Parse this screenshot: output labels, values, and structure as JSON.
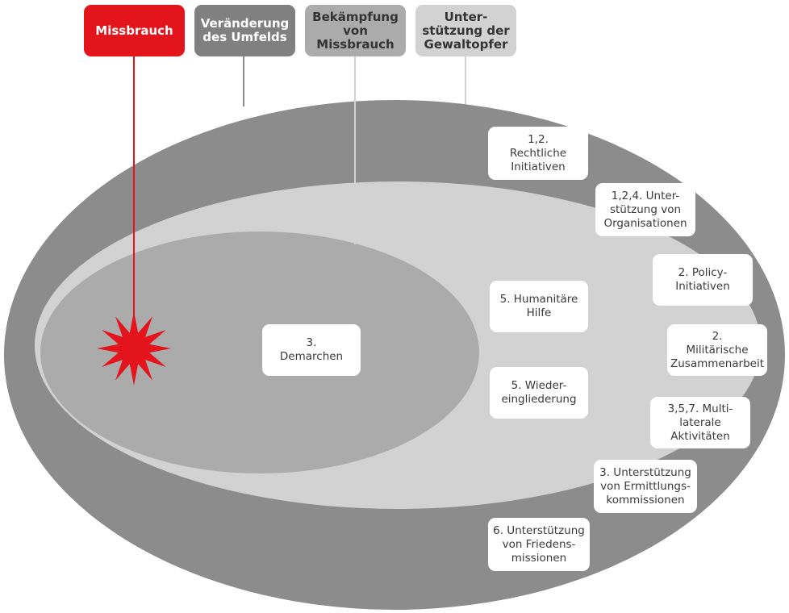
{
  "categories": [
    {
      "id": "missbrauch",
      "label": "Missbrauch",
      "color": "#e3141c",
      "text_color": "#ffffff"
    },
    {
      "id": "umfeld",
      "label": "Veränderung\ndes Umfelds",
      "color": "#808080",
      "text_color": "#ffffff"
    },
    {
      "id": "bekaempfung",
      "label": "Bekämpfung\nvon\nMissbrauch",
      "color": "#ababab",
      "text_color": "#333333"
    },
    {
      "id": "unterstuetzung",
      "label": "Unter-\nstützung der\nGewaltopfer",
      "color": "#d2d2d2",
      "text_color": "#333333"
    }
  ],
  "colors": {
    "outer": "#8c8c8c",
    "middle": "#d2d2d2",
    "inner": "#ababab",
    "accent": "#e3141c",
    "box_background": "#ffffff"
  },
  "icons": {
    "abuse_marker": "red-starburst-icon"
  },
  "measures": {
    "inner_ring": [
      {
        "label": "3.\nDemarchen"
      }
    ],
    "middle_ring": [
      {
        "label": "5. Humanitäre\nHilfe"
      },
      {
        "label": "5. Wieder-\neingliederung"
      }
    ],
    "outer_ring": [
      {
        "label": "1,2.\nRechtliche\nInitiativen"
      },
      {
        "label": "1,2,4. Unter-\nstützung von\nOrganisationen"
      },
      {
        "label": "2. Policy-\nInitiativen"
      },
      {
        "label": "2.\nMilitärische\nZusammenarbeit"
      },
      {
        "label": "3,5,7. Multi-\nlaterale\nAktivitäten"
      },
      {
        "label": "3. Unterstützung\nvon Ermittlungs-\nkommissionen"
      },
      {
        "label": "6. Unterstützung\nvon Friedens-\nmissionen"
      }
    ]
  }
}
